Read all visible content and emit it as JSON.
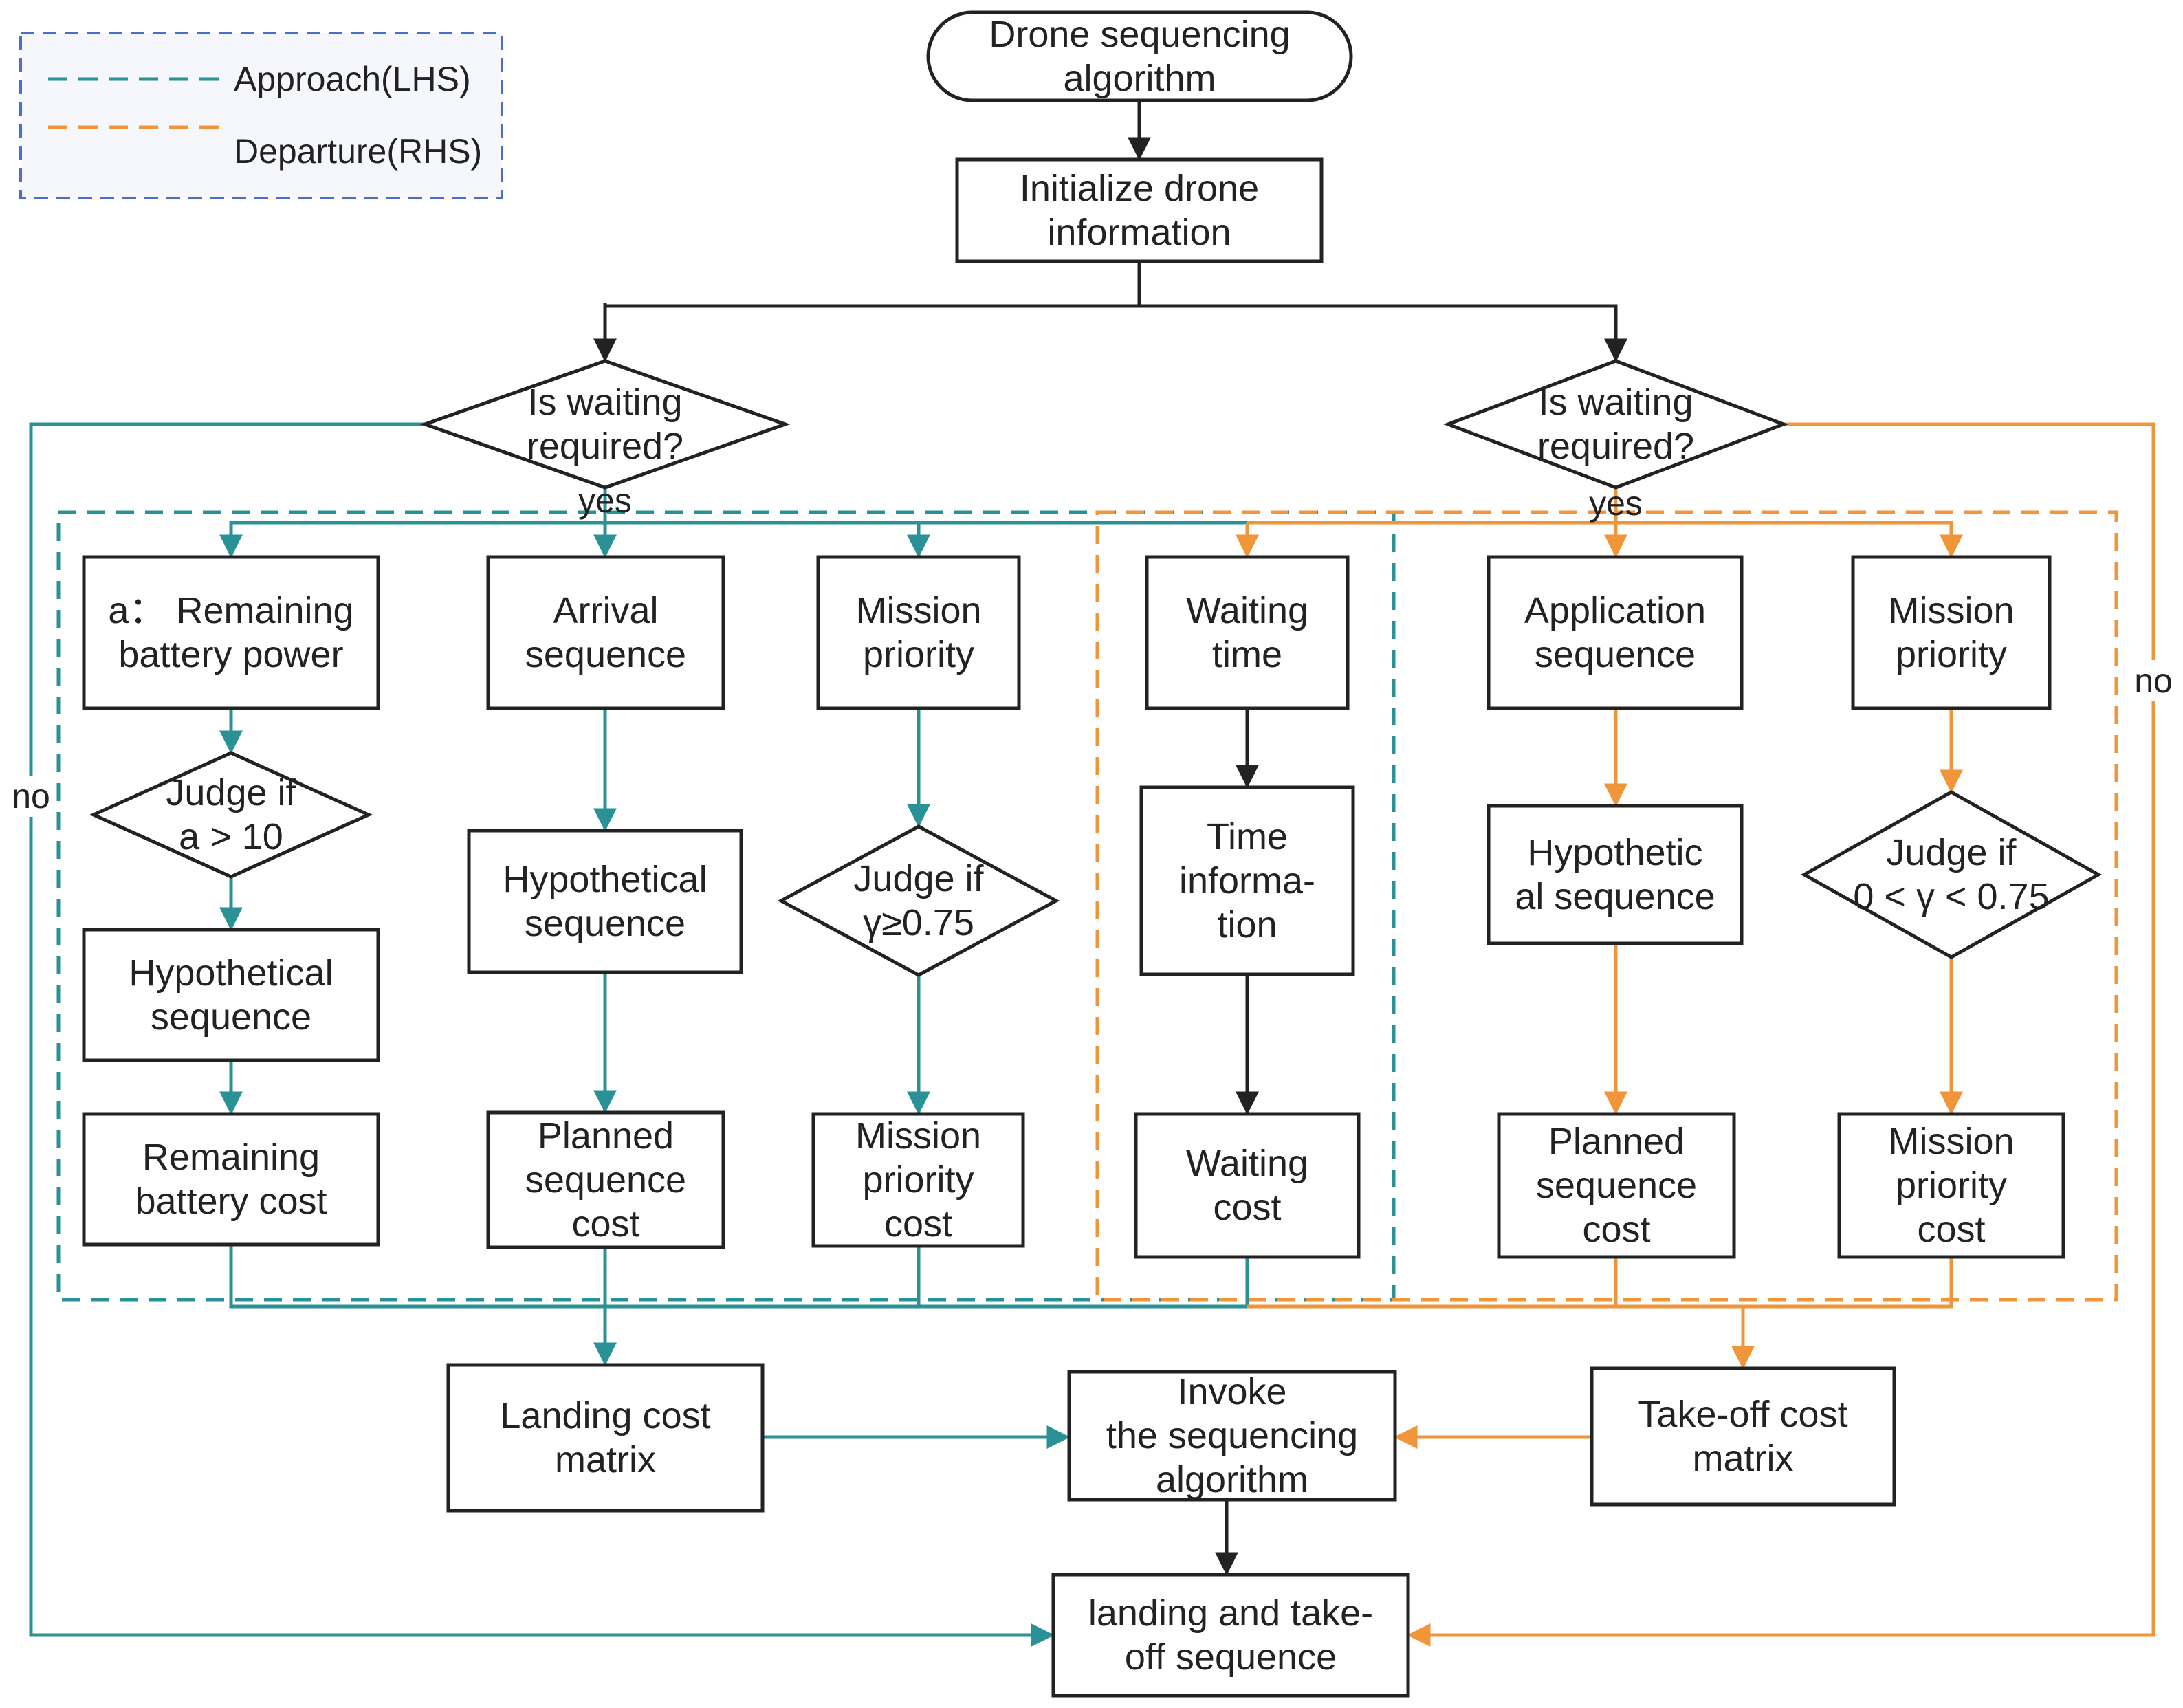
{
  "legend": {
    "approach_label": "Approach(LHS)",
    "departure_label": "Departure(RHS)",
    "approach_color": "#2a9196",
    "departure_color": "#f0953a"
  },
  "colors": {
    "flow_default": "#222222",
    "approach": "#2a9196",
    "departure": "#f0953a",
    "legend_border": "#4a6fc9"
  },
  "nodes": {
    "start": {
      "lines": [
        "Drone sequencing",
        "algorithm"
      ]
    },
    "init": {
      "lines": [
        "Initialize drone",
        "information"
      ]
    },
    "wait_left": {
      "lines": [
        "Is waiting",
        "required?"
      ]
    },
    "wait_right": {
      "lines": [
        "Is waiting",
        "required?"
      ]
    },
    "battery_power": {
      "lines": [
        "a： Remaining",
        "battery power"
      ]
    },
    "arrival_seq": {
      "lines": [
        "Arrival",
        "sequence"
      ]
    },
    "mission_priority_l": {
      "lines": [
        "Mission",
        "priority"
      ]
    },
    "waiting_time": {
      "lines": [
        "Waiting",
        "time"
      ]
    },
    "application_seq": {
      "lines": [
        "Application",
        "sequence"
      ]
    },
    "mission_priority_r": {
      "lines": [
        "Mission",
        "priority"
      ]
    },
    "judge_a": {
      "lines": [
        "Judge if",
        "a > 10"
      ]
    },
    "hypo_seq_l2": {
      "lines": [
        "Hypothetical",
        "sequence"
      ]
    },
    "judge_gamma_l": {
      "lines": [
        "Judge if",
        "γ≥0.75"
      ]
    },
    "time_info": {
      "lines": [
        "Time",
        "informa-",
        "tion"
      ]
    },
    "hypo_seq_r": {
      "lines": [
        "Hypothetic",
        "al sequence"
      ]
    },
    "judge_gamma_r": {
      "lines": [
        "Judge if",
        "0 < γ < 0.75"
      ]
    },
    "hypo_seq_l1": {
      "lines": [
        "Hypothetical",
        "sequence"
      ]
    },
    "battery_cost": {
      "lines": [
        "Remaining",
        "battery cost"
      ]
    },
    "planned_cost_l": {
      "lines": [
        "Planned",
        "sequence",
        "cost"
      ]
    },
    "mission_cost_l": {
      "lines": [
        "Mission",
        "priority",
        "cost"
      ]
    },
    "waiting_cost": {
      "lines": [
        "Waiting",
        "cost"
      ]
    },
    "planned_cost_r": {
      "lines": [
        "Planned",
        "sequence",
        "cost"
      ]
    },
    "mission_cost_r": {
      "lines": [
        "Mission",
        "priority",
        "cost"
      ]
    },
    "landing_matrix": {
      "lines": [
        "Landing cost",
        "matrix"
      ]
    },
    "invoke": {
      "lines": [
        "Invoke",
        "the sequencing",
        "algorithm"
      ]
    },
    "takeoff_matrix": {
      "lines": [
        "Take-off cost",
        "matrix"
      ]
    },
    "final_seq": {
      "lines": [
        "landing and take-",
        "off sequence"
      ]
    }
  },
  "edge_labels": {
    "yes_left": "yes",
    "yes_right": "yes",
    "no_left": "no",
    "no_right": "no"
  }
}
